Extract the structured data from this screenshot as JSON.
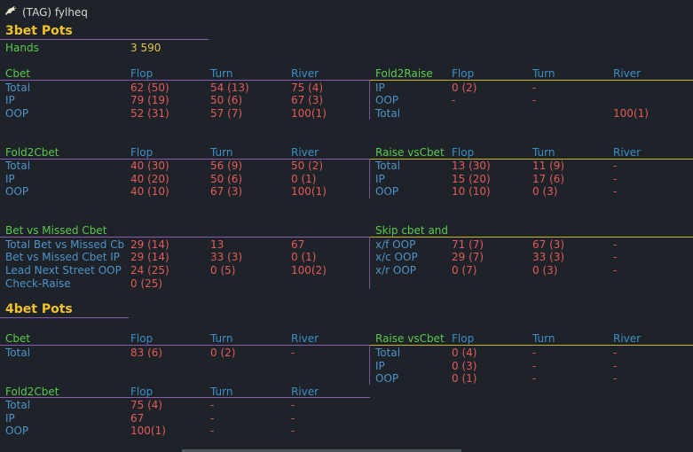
{
  "header": {
    "title": "(TAG) fylheq"
  },
  "colors": {
    "bg": "#1d2328",
    "label": "#4f93c9",
    "value": "#e35b5b",
    "section": "#f0c326",
    "title_green": "#5cc84f",
    "line_purple": "#8d5cae",
    "line_yellow": "#c9b231"
  },
  "icon": "eagle-icon",
  "s3": {
    "title": "3bet Pots",
    "hands_label": "Hands",
    "hands_value": "3 590",
    "cbet": {
      "title": "Cbet",
      "cols": [
        "Flop",
        "Turn",
        "River"
      ],
      "rows": [
        {
          "label": "Total",
          "flop": "62 (50)",
          "turn": "54 (13)",
          "river": "75 (4)"
        },
        {
          "label": "IP",
          "flop": "79 (19)",
          "turn": "50 (6)",
          "river": "67 (3)"
        },
        {
          "label": "OOP",
          "flop": "52 (31)",
          "turn": "57 (7)",
          "river": "100(1)"
        }
      ]
    },
    "fold2raise": {
      "title": "Fold2Raise",
      "cols": [
        "Flop",
        "Turn",
        "River"
      ],
      "rows": [
        {
          "label": "IP",
          "flop": "0 (2)",
          "turn": "-",
          "river": ""
        },
        {
          "label": "OOP",
          "flop": "-",
          "turn": "-",
          "river": ""
        },
        {
          "label": "Total",
          "flop": "",
          "turn": "",
          "river": "100(1)"
        }
      ]
    },
    "fold2cbet": {
      "title": "Fold2Cbet",
      "cols": [
        "Flop",
        "Turn",
        "River"
      ],
      "rows": [
        {
          "label": "Total",
          "flop": "40 (30)",
          "turn": "56 (9)",
          "river": "50 (2)"
        },
        {
          "label": "IP",
          "flop": "40 (20)",
          "turn": "50 (6)",
          "river": "0 (1)"
        },
        {
          "label": "OOP",
          "flop": "40 (10)",
          "turn": "67 (3)",
          "river": "100(1)"
        }
      ]
    },
    "raisevscbet": {
      "title": "Raise vsCbet",
      "cols": [
        "Flop",
        "Turn",
        "River"
      ],
      "rows": [
        {
          "label": "Total",
          "flop": "13 (30)",
          "turn": "11 (9)",
          "river": "-"
        },
        {
          "label": "IP",
          "flop": "15 (20)",
          "turn": "17 (6)",
          "river": "-"
        },
        {
          "label": "OOP",
          "flop": "10 (10)",
          "turn": "0 (3)",
          "river": "-"
        }
      ]
    },
    "betvsmissed": {
      "title": "Bet vs Missed Cbet",
      "rows": [
        {
          "label": "Total Bet vs Missed Cb",
          "flop": "29 (14)",
          "turn": "13",
          "river": "67"
        },
        {
          "label": "Bet vs Missed Cbet IP",
          "flop": "29 (14)",
          "turn": "33 (3)",
          "river": "0 (1)"
        },
        {
          "label": "Lead Next Street OOP",
          "flop": "24 (25)",
          "turn": "0 (5)",
          "river": "100(2)"
        },
        {
          "label": "Check-Raise",
          "flop": "0 (25)",
          "turn": "",
          "river": ""
        }
      ]
    },
    "skipcbet": {
      "title": "Skip cbet and",
      "rows": [
        {
          "label": "x/f OOP",
          "flop": "71 (7)",
          "turn": "67 (3)",
          "river": "-"
        },
        {
          "label": "x/c OOP",
          "flop": "29 (7)",
          "turn": "33 (3)",
          "river": "-"
        },
        {
          "label": "x/r OOP",
          "flop": "0 (7)",
          "turn": "0 (3)",
          "river": "-"
        }
      ]
    }
  },
  "s4": {
    "title": "4bet Pots",
    "cbet": {
      "title": "Cbet",
      "cols": [
        "Flop",
        "Turn",
        "River"
      ],
      "rows": [
        {
          "label": "Total",
          "flop": "83 (6)",
          "turn": "0 (2)",
          "river": "-"
        }
      ]
    },
    "raisevscbet": {
      "title": "Raise vsCbet",
      "cols": [
        "Flop",
        "Turn",
        "River"
      ],
      "rows": [
        {
          "label": "Total",
          "flop": "0 (4)",
          "turn": "-",
          "river": "-"
        },
        {
          "label": "IP",
          "flop": "0 (3)",
          "turn": "-",
          "river": "-"
        },
        {
          "label": "OOP",
          "flop": "0 (1)",
          "turn": "-",
          "river": "-"
        }
      ]
    },
    "fold2cbet": {
      "title": "Fold2Cbet",
      "cols": [
        "Flop",
        "Turn",
        "River"
      ],
      "rows": [
        {
          "label": "Total",
          "flop": "75 (4)",
          "turn": "-",
          "river": "-"
        },
        {
          "label": "IP",
          "flop": "67",
          "turn": "-",
          "river": "-"
        },
        {
          "label": "OOP",
          "flop": "100(1)",
          "turn": "-",
          "river": "-"
        }
      ]
    }
  }
}
